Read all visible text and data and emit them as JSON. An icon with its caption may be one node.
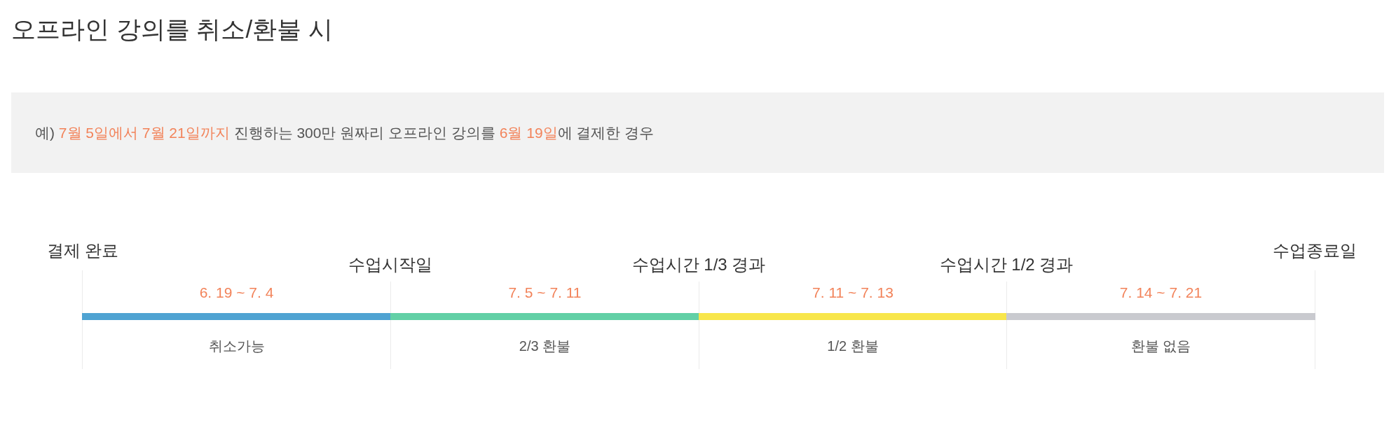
{
  "diagram": {
    "title": "오프라인 강의를 취소/환불 시",
    "nodes": [
      {
        "text": [
          "예) **7월 5일에서 7월 21일까지** 진행하는 300만 원짜리 오프라인 강의를 **6월 19일**에 결제한 경우"
        ]
      },
      {
        "text": [
          "6. 19 ~ 7. 4",
          "취소가능"
        ]
      },
      {
        "text": [
          "7. 5 ~ 7. 11",
          "2/3 환불"
        ]
      },
      {
        "text": [
          "7. 11 ~ 7. 13",
          "1/2 환불"
        ]
      },
      {
        "text": [
          "7. 14 ~ 7. 21",
          "환불 없음"
        ]
      }
    ],
    "labels": [
      "결제 완료",
      "수업시작일",
      "수업시간 1/3 경과",
      "수업시간 1/2 경과",
      "수업종료일"
    ]
  }
}
